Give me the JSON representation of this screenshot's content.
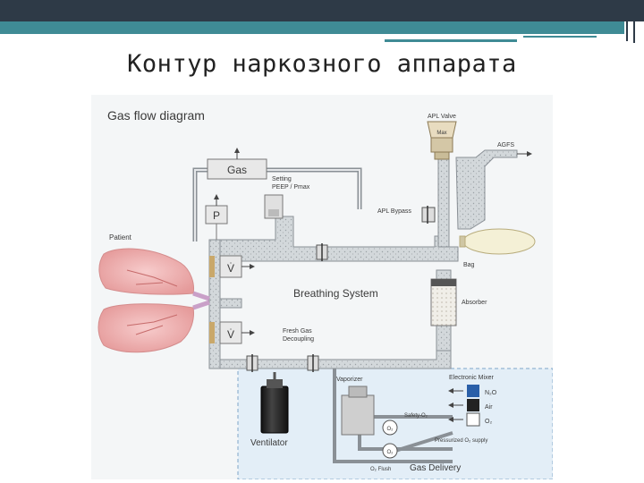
{
  "slide": {
    "title": "Контур наркозного аппарата"
  },
  "diagram": {
    "title": "Gas flow diagram",
    "labels": {
      "gas": "Gas",
      "setting": "Setting",
      "setting_sub": "PEEP / Pmax",
      "pressure": "P",
      "flow_top": "V̇",
      "flow_bottom": "V̇",
      "patient": "Patient",
      "breathing_system": "Breathing System",
      "fresh_gas": "Fresh Gas",
      "decoupling": "Decoupling",
      "apl_valve": "APL Valve",
      "max": "Max",
      "agfs": "AGFS",
      "apl_bypass": "APL Bypass",
      "bag": "Bag",
      "absorber": "Absorber",
      "ventilator": "Ventilator",
      "vaporizer": "Vaporizer",
      "electronic_mixer": "Electronic Mixer",
      "n2o": "N₂O",
      "air": "Air",
      "o2": "O₂",
      "safety_o2": "Safety-O₂",
      "pressurized_o2": "Pressurized O₂ supply",
      "o2_flush": "O₂ Flush",
      "gas_delivery": "Gas Delivery",
      "gauge1": "O₂",
      "gauge2": "O₂"
    },
    "colors": {
      "title": "#2b6fa8",
      "pipe_fill": "#d3d8db",
      "pipe_stroke": "#8a9096",
      "box_fill": "#eaeaea",
      "lung_pink": "#f2b6b6",
      "bag_fill": "#f4f0d6",
      "delivery_bg": "#e3eef7",
      "mixer_blue": "#2a5fa8"
    }
  }
}
